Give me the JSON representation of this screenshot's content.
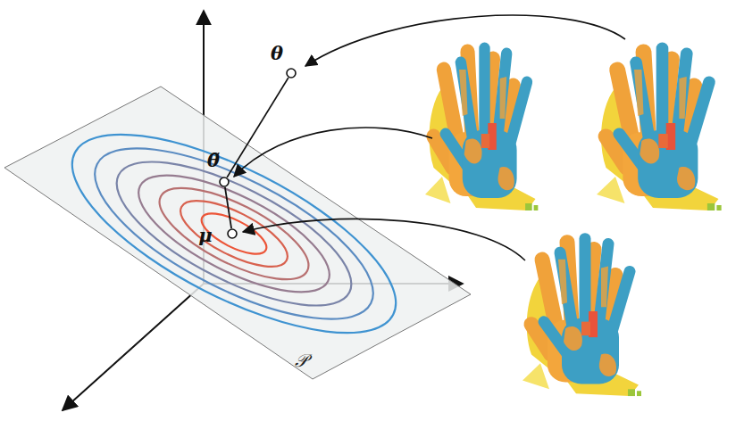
{
  "diagram": {
    "nodes": [
      {
        "text": [
          "θ"
        ]
      },
      {
        "text": [
          "θ̃"
        ]
      },
      {
        "text": [
          "μ"
        ]
      }
    ],
    "edges": [
      {
        "from": 0,
        "to": 1,
        "arrow": "none"
      },
      {
        "from": 1,
        "to": 2,
        "arrow": "none"
      }
    ],
    "labels": [
      "𝒫"
    ]
  }
}
